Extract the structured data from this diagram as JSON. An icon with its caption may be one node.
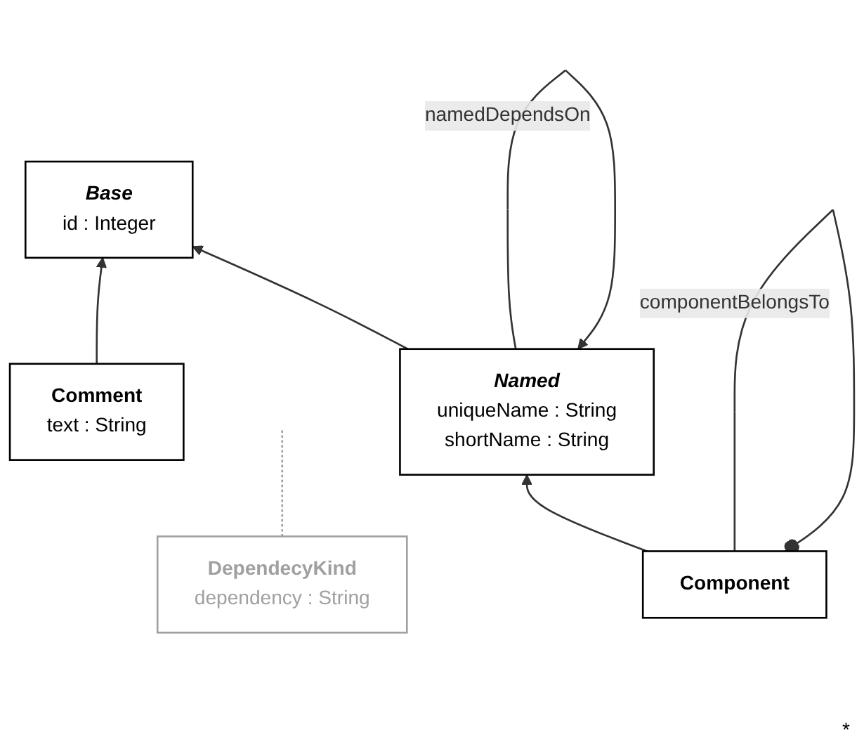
{
  "diagram": {
    "nodes": [
      {
        "text": [
          "Base",
          "id : Integer"
        ]
      },
      {
        "text": [
          "Comment",
          "text : String"
        ]
      },
      {
        "text": [
          "Named",
          "uniqueName : String",
          "shortName : String"
        ]
      },
      {
        "text": [
          "DependecyKind",
          "dependency : String"
        ]
      },
      {
        "text": [
          "Component"
        ]
      }
    ],
    "edges": [
      {
        "from": 1,
        "to": 0,
        "arrow": "to"
      },
      {
        "from": 2,
        "to": 0,
        "arrow": "to"
      },
      {
        "from": 2,
        "to": 2,
        "arrow": "to",
        "label": "namedDependsOn"
      },
      {
        "from": 3,
        "to": null,
        "arrow": "none",
        "style": "dashed",
        "color": "#a0a0a0"
      },
      {
        "from": 4,
        "to": 2,
        "arrow": "to"
      },
      {
        "from": 4,
        "to": 4,
        "arrow": "other",
        "label": "componentBelongsTo"
      }
    ],
    "labels": [
      "*"
    ]
  }
}
